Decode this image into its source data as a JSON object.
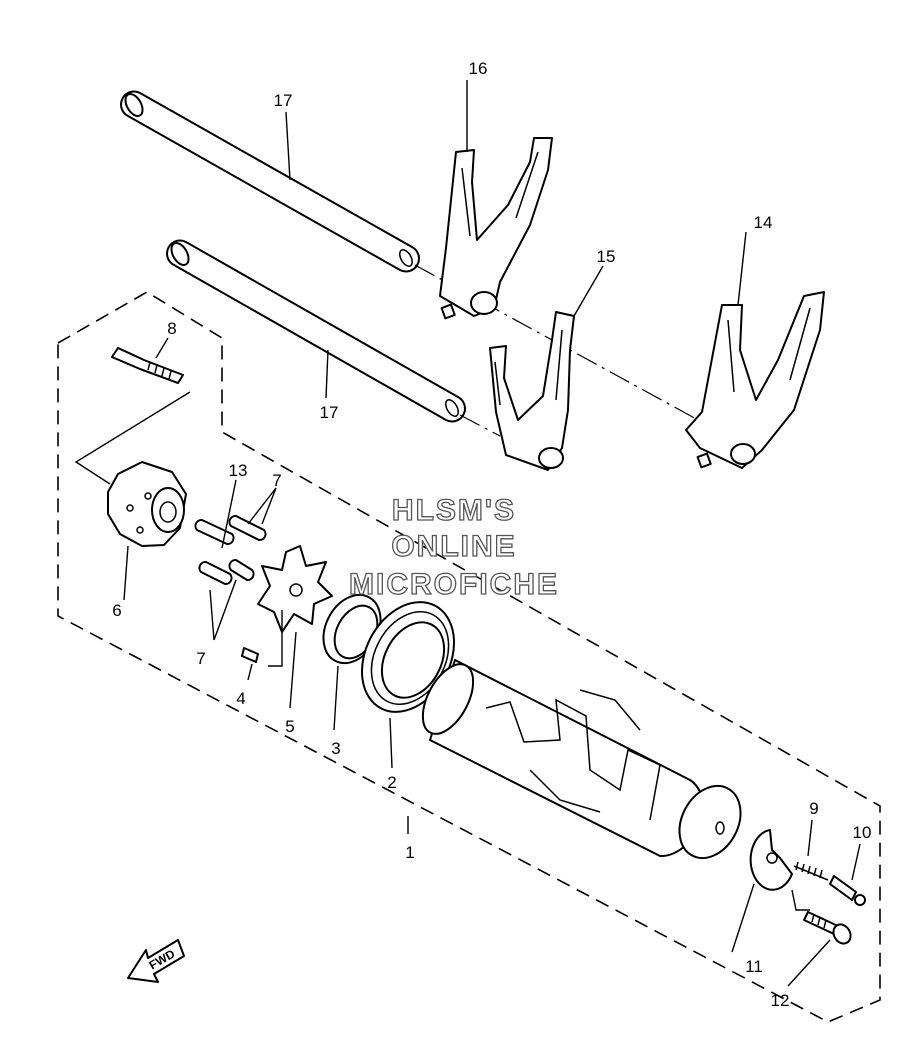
{
  "watermark": [
    "HLSM'S",
    "ONLINE",
    "MICROFICHE"
  ],
  "direction_label": "FWD",
  "callouts": {
    "c1": "1",
    "c2": "2",
    "c3": "3",
    "c4": "4",
    "c5": "5",
    "c6": "6",
    "c7a": "7",
    "c7b": "7",
    "c8": "8",
    "c9": "9",
    "c10": "10",
    "c11": "11",
    "c12": "12",
    "c13": "13",
    "c14": "14",
    "c15": "15",
    "c16": "16",
    "c17a": "17",
    "c17b": "17"
  },
  "colors": {
    "line": "#000000",
    "background": "#ffffff",
    "watermark_outline": "#555555"
  }
}
